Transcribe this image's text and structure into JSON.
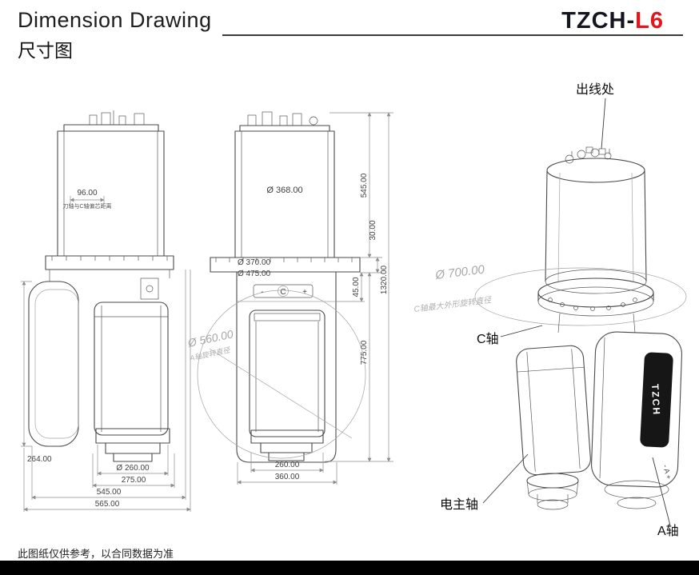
{
  "header": {
    "title_en": "Dimension Drawing",
    "title_zh": "尺寸图",
    "brand_primary": "TZCH-",
    "brand_accent": "L6",
    "accent_color": "#e0161c"
  },
  "footer": {
    "note": "此图纸仅供参考，以合同数据为准"
  },
  "side_view": {
    "dim_96": "96.00",
    "note_96": "刀轴与C轴偏芯距离",
    "dim_264": "264.00",
    "dim_d260": "Ø 260.00",
    "dim_275": "275.00",
    "dim_545": "545.00",
    "dim_565": "565.00"
  },
  "front_view": {
    "dim_d368": "Ø 368.00",
    "dim_d370": "Ø 370.00",
    "dim_d475": "Ø 475.00",
    "dim_d560": "Ø 560.00",
    "note_d560": "A轴旋转直径",
    "dim_260": "260.00",
    "dim_360": "360.00",
    "dim_545": "545.00",
    "dim_30": "30.00",
    "dim_45": "45.00",
    "dim_775": "775.00",
    "dim_1320": "1320.00",
    "c_minus": "-",
    "c_label": "C",
    "c_plus": "+"
  },
  "iso_view": {
    "dim_d700": "Ø 700.00",
    "note_d700": "C轴最大外形旋转直径",
    "label_outlet": "出线处",
    "label_c_axis": "C轴",
    "label_spindle": "电主轴",
    "label_a_axis": "A轴",
    "badge_text": "TZCH",
    "a_marker": "- A +"
  }
}
